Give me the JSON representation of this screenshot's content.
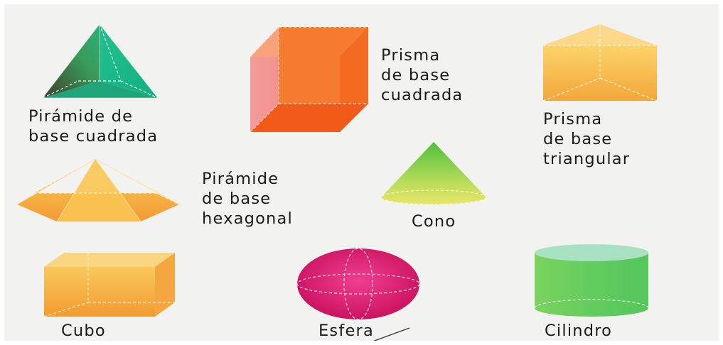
{
  "shapes": {
    "piramide_cuadrada": {
      "lines": [
        "Pirámide de",
        "base cuadrada"
      ]
    },
    "prisma_cuadrado": {
      "lines": [
        "Prisma",
        "de base",
        "cuadrada"
      ]
    },
    "prisma_triangular": {
      "lines": [
        "Prisma",
        "de base",
        "triangular"
      ]
    },
    "piramide_hexagonal": {
      "lines": [
        "Pirámide",
        "de base",
        "hexagonal"
      ]
    },
    "cono": {
      "lines": [
        "Cono"
      ]
    },
    "cubo": {
      "lines": [
        "Cubo"
      ]
    },
    "esfera": {
      "lines": [
        "Esfera"
      ]
    },
    "cilindro": {
      "lines": [
        "Cilindro"
      ]
    }
  },
  "colors": {
    "background": "#f2f2f0",
    "pyramid_green": "#1fbf8a",
    "prism_orange": "#f57a2e",
    "yellow_orange": "#f8c64a",
    "cone_green": "#8fd14a",
    "sphere_magenta": "#e0226e",
    "cylinder_green": "#6ed46a"
  }
}
